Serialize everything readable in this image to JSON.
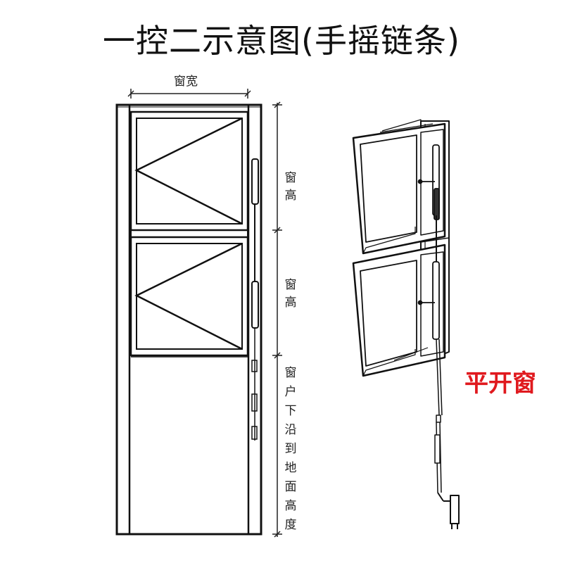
{
  "title": "一控二示意图(手摇链条)",
  "labels": {
    "window_width": "窗宽",
    "window_height_1": [
      "窗",
      "高"
    ],
    "window_height_2": [
      "窗",
      "高"
    ],
    "sill_to_floor": [
      "窗",
      "户",
      "下",
      "沿",
      "到",
      "地",
      "面",
      "高",
      "度"
    ],
    "open_type": "平开窗"
  },
  "colors": {
    "line": "#111111",
    "dimension": "#222222",
    "open_type_label": "#e0191e"
  },
  "icons": [
    "crank-handle-icon",
    "chain-actuator-icon"
  ]
}
